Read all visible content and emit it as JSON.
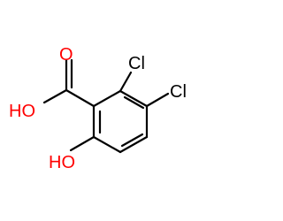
{
  "molecule": {
    "atoms": {
      "o_carbonyl": "O",
      "o_hydroxyl_acid": "HO",
      "cl_2": "Cl",
      "cl_3": "Cl",
      "o_hydroxyl_ring": "HO"
    },
    "colors": {
      "bond": "#000000",
      "oxygen": "#ff0000",
      "hydrogen_on_oxygen": "#000000",
      "chlorine": "#000000"
    }
  }
}
